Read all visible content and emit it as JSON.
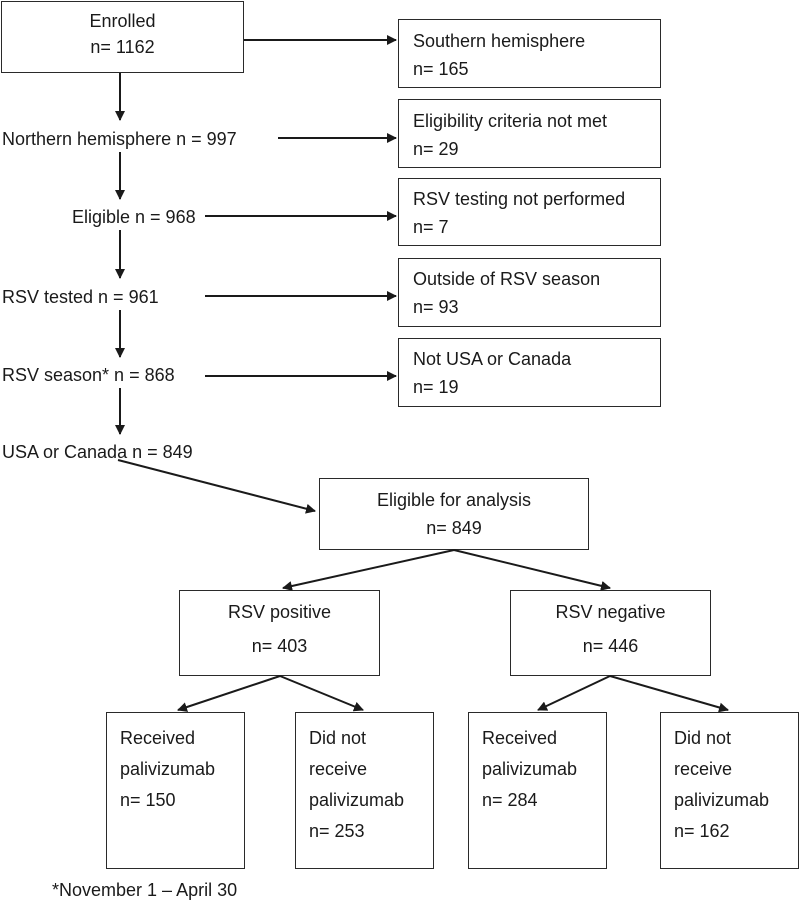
{
  "enrolled": {
    "label": "Enrolled",
    "n": "n= 1162"
  },
  "left_chain": {
    "northern": "Northern hemisphere n = 997",
    "eligible": "Eligible n = 968",
    "rsv_tested": "RSV tested n = 961",
    "rsv_season": "RSV season* n = 868",
    "usa_canada": "USA or Canada n = 849"
  },
  "exclusions": [
    {
      "label": "Southern hemisphere",
      "n": "n= 165"
    },
    {
      "label": "Eligibility criteria not met",
      "n": "n= 29"
    },
    {
      "label": "RSV testing not performed",
      "n": "n= 7"
    },
    {
      "label": "Outside of RSV season",
      "n": "n= 93"
    },
    {
      "label": "Not USA or Canada",
      "n": "n= 19"
    }
  ],
  "analysis": {
    "label": "Eligible for analysis",
    "n": "n= 849"
  },
  "groups": [
    {
      "label": "RSV positive",
      "n": "n= 403"
    },
    {
      "label": "RSV negative",
      "n": "n= 446"
    }
  ],
  "subgroups": [
    {
      "lines": [
        "Received",
        "palivizumab",
        "n= 150"
      ]
    },
    {
      "lines": [
        "Did not",
        "receive",
        "palivizumab",
        "n= 253"
      ]
    },
    {
      "lines": [
        "Received",
        "palivizumab",
        "n= 284"
      ]
    },
    {
      "lines": [
        "Did not",
        "receive",
        "palivizumab",
        "n= 162"
      ]
    }
  ],
  "footnote": "*November 1 – April 30"
}
